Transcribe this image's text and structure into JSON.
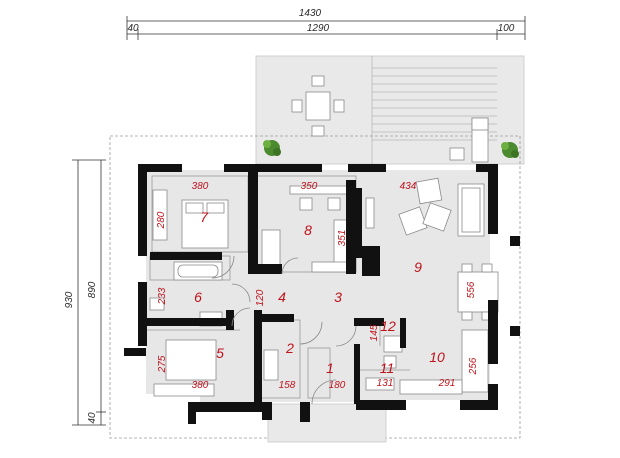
{
  "overall_dimensions": {
    "width_total": "1430",
    "width_left": "40",
    "width_middle": "1290",
    "width_right": "100",
    "depth_total": "930",
    "depth_main": "890",
    "depth_bottom": "40"
  },
  "rooms": [
    {
      "id": "1"
    },
    {
      "id": "2"
    },
    {
      "id": "3"
    },
    {
      "id": "4"
    },
    {
      "id": "5"
    },
    {
      "id": "6"
    },
    {
      "id": "7"
    },
    {
      "id": "8"
    },
    {
      "id": "9"
    },
    {
      "id": "10"
    },
    {
      "id": "11"
    },
    {
      "id": "12"
    }
  ],
  "room_dimensions": {
    "r7_w": "380",
    "r7_h": "280",
    "r8_w": "350",
    "r8_h": "351",
    "r9_w": "434",
    "r9_h": "556",
    "r6_h": "233",
    "r4_w": "120",
    "r5_h": "275",
    "r5_w": "380",
    "r2_w": "158",
    "r1_w": "180",
    "r12_w": "145",
    "r11_w": "131",
    "r10_w": "291",
    "r10_h": "256"
  },
  "colors": {
    "wall": "#111111",
    "floor": "#e7e7e7",
    "dimension_text": "#c0121b",
    "fireplace": "#f4c20d"
  }
}
